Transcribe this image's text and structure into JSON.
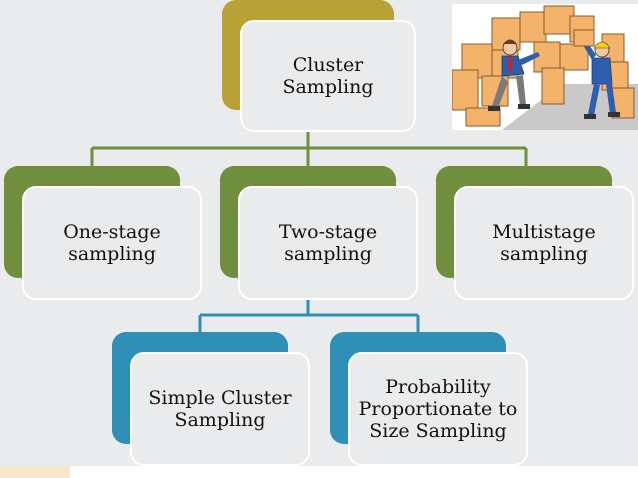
{
  "colors": {
    "olive": "#b8a135",
    "green": "#6f8f3f",
    "blue": "#2f8fb7",
    "background": "#e9ebec"
  },
  "diagram": {
    "root": {
      "label": "Cluster\nSampling"
    },
    "level1": [
      {
        "label": "One-stage\nsampling"
      },
      {
        "label": "Two-stage\nsampling"
      },
      {
        "label": "Multistage\nsampling"
      }
    ],
    "level2": [
      {
        "label": "Simple Cluster\nSampling"
      },
      {
        "label": "Probability\nProportionate to\nSize Sampling"
      }
    ]
  },
  "illustration": {
    "icon": "workers-moving-boxes-clipart"
  }
}
